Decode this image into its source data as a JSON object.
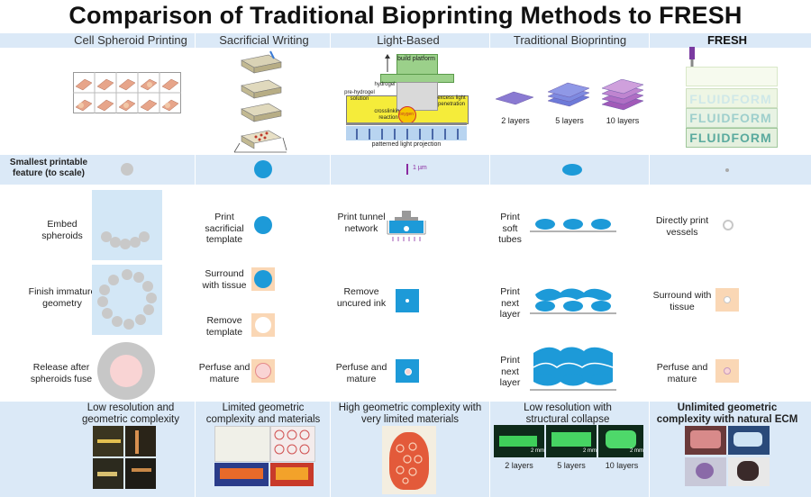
{
  "title": "Comparison of Traditional Bioprinting Methods to FRESH",
  "columns": [
    "Cell Spheroid Printing",
    "Sacrificial Writing",
    "Light-Based",
    "Traditional Bioprinting",
    "FRESH"
  ],
  "feature_label": "Smallest printable feature (to scale)",
  "feature_scale": "1 µm",
  "spheroid_steps": [
    "Embed spheroids",
    "Finish immature geometry",
    "Release after spheroids fuse"
  ],
  "sacrificial_steps": [
    "Print sacrificial template",
    "Surround with tissue",
    "Remove template",
    "Perfuse and mature"
  ],
  "light_steps": [
    "Print tunnel network",
    "Remove uncured ink",
    "Perfuse and mature"
  ],
  "traditional_steps": [
    "Print soft tubes",
    "Print next layer",
    "Print next layer"
  ],
  "fresh_steps": [
    "Directly print vessels",
    "Surround with tissue",
    "Perfuse and mature"
  ],
  "summaries": [
    "Low resolution and geometric complexity",
    "Limited geometric complexity and materials",
    "High geometric complexity with very limited materials",
    "Low resolution with structural collapse",
    "Unlimited geometric complexity with natural ECM"
  ],
  "layer_labels": [
    "2 layers",
    "5 layers",
    "10 layers"
  ],
  "light_diagram": {
    "build_platform": "build platform",
    "hydrogel": "hydrogel",
    "prehydrogel": "pre-hydrogel solution",
    "crosslinking": "crosslinking reaction",
    "excess": "excess light penetration",
    "oxygen": "oxygen",
    "projection": "patterned light projection"
  },
  "fresh_logo": "FLUIDFORM",
  "scalebar_text": "2 mm",
  "colors": {
    "band": "#dbe9f7",
    "blue": "#1d9ad8",
    "peach": "#fad7b5",
    "gray": "#c9c9c9"
  }
}
